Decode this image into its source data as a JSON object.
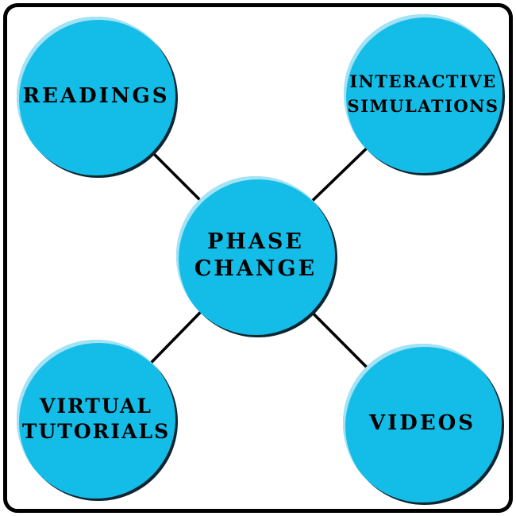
{
  "colors": {
    "background": "#FFFFFF",
    "frame_border": "#000000",
    "connector": "#000000",
    "node_fill": "#14BDE7",
    "node_highlight": "#A5E3F4",
    "node_outline": "#0D2530",
    "label_text": "#000000"
  },
  "diagram": {
    "type": "concept-map",
    "center_node": {
      "id": "phase-change",
      "label": "PHASE\nCHANGE"
    },
    "nodes": [
      {
        "id": "readings",
        "label": "READINGS",
        "position": "top-left"
      },
      {
        "id": "interactive-simulations",
        "label": "INTERACTIVE\nSIMULATIONS",
        "position": "top-right"
      },
      {
        "id": "virtual-tutorials",
        "label": "VIRTUAL\nTUTORIALS",
        "position": "bottom-left"
      },
      {
        "id": "videos",
        "label": "VIDEOS",
        "position": "bottom-right"
      }
    ],
    "connections": [
      {
        "from": "phase-change",
        "to": "readings"
      },
      {
        "from": "phase-change",
        "to": "interactive-simulations"
      },
      {
        "from": "phase-change",
        "to": "virtual-tutorials"
      },
      {
        "from": "phase-change",
        "to": "videos"
      }
    ]
  }
}
